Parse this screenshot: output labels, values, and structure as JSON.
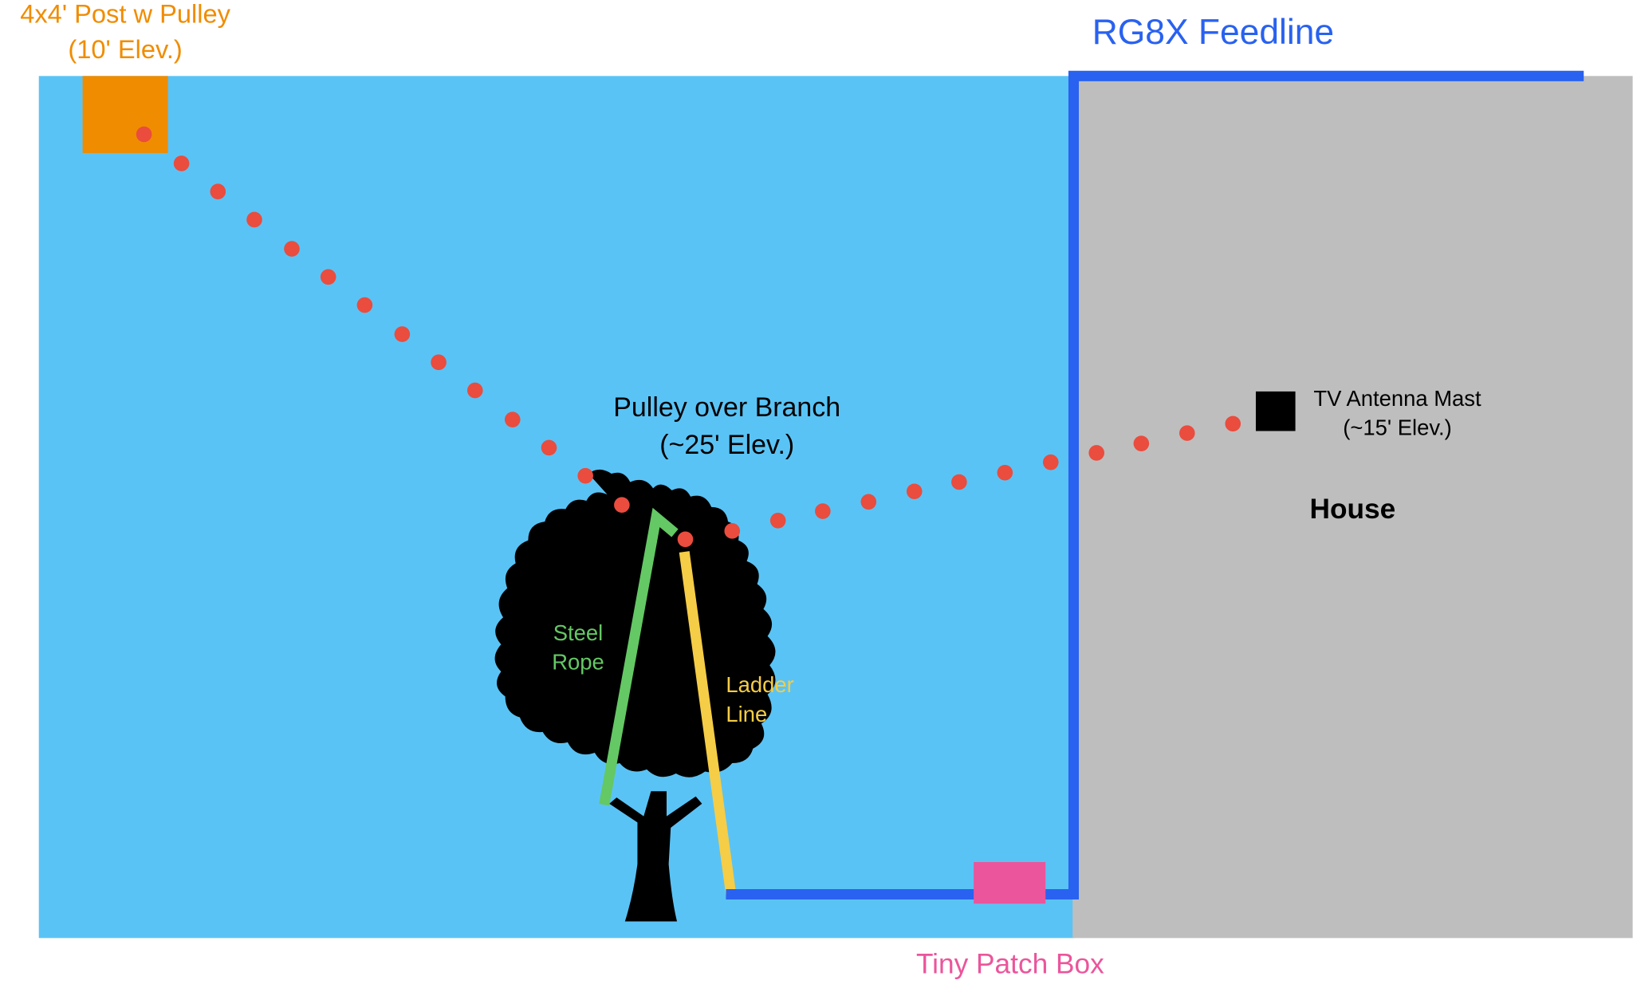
{
  "labels": {
    "post": {
      "line1": "4x4' Post w Pulley",
      "line2": "(10' Elev.)"
    },
    "feedline": "RG8X Feedline",
    "pulley": {
      "line1": "Pulley over Branch",
      "line2": "(~25' Elev.)"
    },
    "mast": {
      "line1": "TV Antenna Mast",
      "line2": "(~15' Elev.)"
    },
    "house": "House",
    "steel_rope": {
      "line1": "Steel",
      "line2": "Rope"
    },
    "ladder_line": {
      "line1": "Ladder",
      "line2": "Line"
    },
    "patch_box": "Tiny Patch Box"
  },
  "colors": {
    "sky": "#5ac3f5",
    "house": "#bebebe",
    "feedline": "#2962f0",
    "post": "#f08c00",
    "wire_dots": "#ea4c3e",
    "steel_rope": "#64c864",
    "ladder_line": "#f5cd46",
    "patch_box": "#eb559b",
    "tree": "#000000"
  }
}
